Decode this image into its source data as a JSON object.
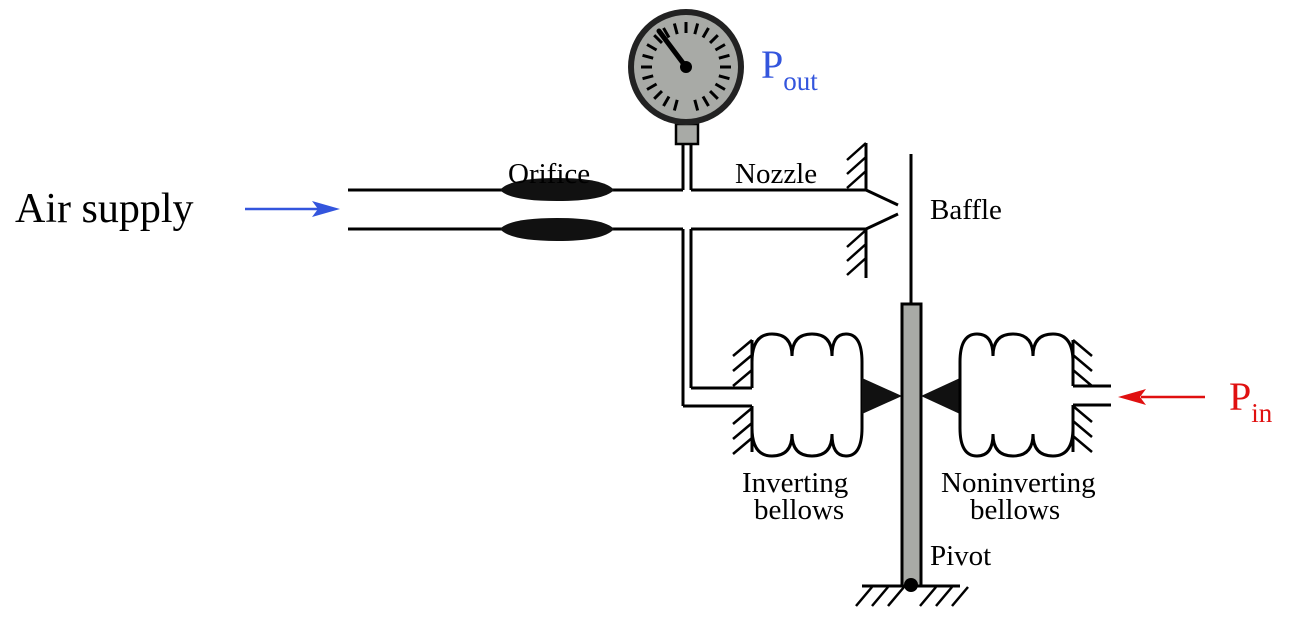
{
  "labels": {
    "air_supply": "Air supply",
    "orifice": "Orifice",
    "nozzle": "Nozzle",
    "baffle": "Baffle",
    "inverting_line1": "Inverting",
    "inverting_line2": "bellows",
    "noninverting_line1": "Noninverting",
    "noninverting_line2": "bellows",
    "pivot": "Pivot",
    "pout_main": "P",
    "pout_sub": "out",
    "pin_main": "P",
    "pin_sub": "in"
  },
  "colors": {
    "air_supply_arrow": "#3355dd",
    "pout_text": "#3355dd",
    "pin_arrow": "#e01010",
    "pin_text": "#e01010",
    "lever_fill": "#a8aaa6",
    "gauge_face": "#a8aaa6"
  },
  "icons": {
    "gauge": "pressure-gauge-icon"
  }
}
